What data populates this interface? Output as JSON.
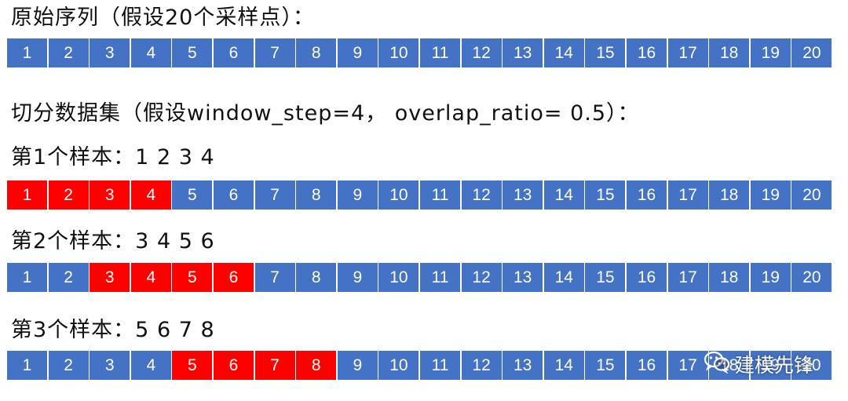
{
  "colors": {
    "normal": "#4472c4",
    "selected": "#ff0000"
  },
  "title": "原始序列（假设20个采样点）：",
  "subtitle": "切分数据集（假设window_step=4， overlap_ratio= 0.5）：",
  "original_sequence": [
    "1",
    "2",
    "3",
    "4",
    "5",
    "6",
    "7",
    "8",
    "9",
    "10",
    "11",
    "12",
    "13",
    "14",
    "15",
    "16",
    "17",
    "18",
    "19",
    "20"
  ],
  "samples": [
    {
      "label": "第1个样本：1 2 3 4",
      "selected": [
        "1",
        "2",
        "3",
        "4"
      ]
    },
    {
      "label": "第2个样本：3 4 5 6",
      "selected": [
        "3",
        "4",
        "5",
        "6"
      ]
    },
    {
      "label": "第3个样本：5 6 7 8",
      "selected": [
        "5",
        "6",
        "7",
        "8"
      ]
    }
  ],
  "watermark": {
    "text": "建模先锋",
    "icon": "wechat-icon"
  }
}
